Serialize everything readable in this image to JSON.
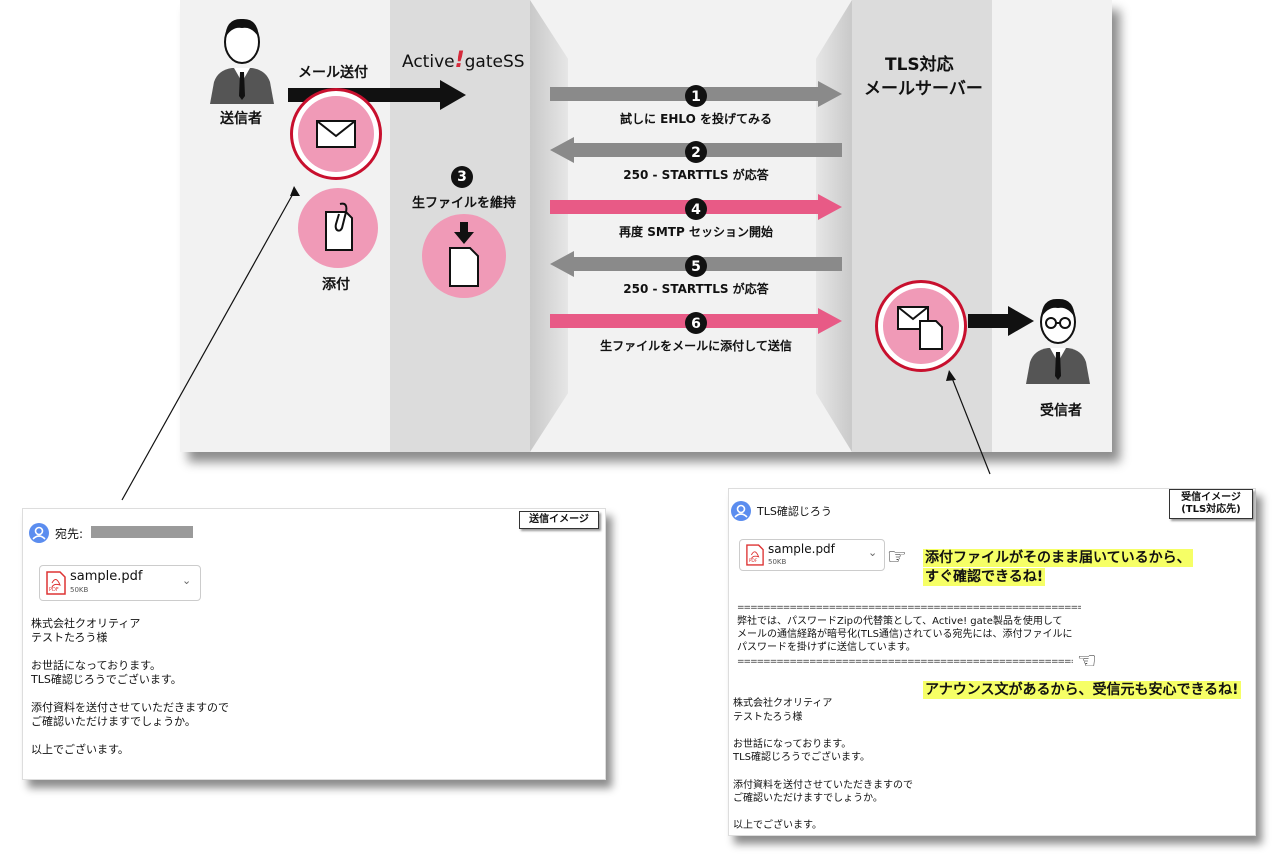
{
  "diagram": {
    "sender_label": "送信者",
    "send_mail_label": "メール送付",
    "attachment_label": "添付",
    "gateway_name_1": "Active",
    "gateway_name_2": "gateSS",
    "keep_file_num": "3",
    "keep_file_label": "生ファイルを維持",
    "server_label_1": "TLS対応",
    "server_label_2": "メールサーバー",
    "receiver_label": "受信者",
    "steps": [
      {
        "num": "1",
        "label": "試しに EHLO を投げてみる",
        "direction": "right",
        "color": "#8a8a8a"
      },
      {
        "num": "2",
        "label": "250 - STARTTLS が応答",
        "direction": "left",
        "color": "#8a8a8a"
      },
      {
        "num": "4",
        "label": "再度 SMTP セッション開始",
        "direction": "right",
        "color": "#e85a86"
      },
      {
        "num": "5",
        "label": "250 - STARTTLS が応答",
        "direction": "left",
        "color": "#8a8a8a"
      },
      {
        "num": "6",
        "label": "生ファイルをメールに添付して送信",
        "direction": "right",
        "color": "#e85a86"
      }
    ],
    "colors": {
      "pink": "#f09ab7",
      "red_ring": "#c8102e",
      "gray_arrow": "#8a8a8a",
      "pink_arrow": "#e85a86"
    }
  },
  "send_card": {
    "badge": "送信イメージ",
    "to_label": "宛先:",
    "attachment_name": "sample.pdf",
    "attachment_size": "50KB",
    "body": "株式会社クオリティア\nテストたろう様\n\nお世話になっております。\nTLS確認じろうでございます。\n\n添付資料を送付させていただきますので\nご確認いただけますでしょうか。\n\n以上でございます。"
  },
  "recv_card": {
    "badge_line1": "受信イメージ",
    "badge_line2": "(TLS対応先)",
    "sender_name": "TLS確認じろう",
    "attachment_name": "sample.pdf",
    "attachment_size": "50KB",
    "callout1_line1": "添付ファイルがそのまま届いているから、",
    "callout1_line2": "すぐ確認できるね!",
    "announcement": "弊社では、パスワードZipの代替策として、Active! gate製品を使用して\nメールの通信経路が暗号化(TLS通信)されている宛先には、添付ファイルに\nパスワードを掛けずに送信しています。",
    "callout2": "アナウンス文があるから、受信元も安心できるね!",
    "body": "株式会社クオリティア\nテストたろう様\n\nお世話になっております。\nTLS確認じろうでございます。\n\n添付資料を送付させていただきますので\nご確認いただけますでしょうか。\n\n以上でございます。"
  }
}
